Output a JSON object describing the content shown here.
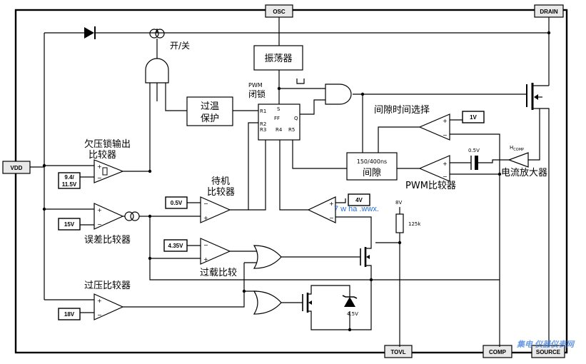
{
  "pins": {
    "osc": "OSC",
    "drain": "DRAIN",
    "vdd": "VDD",
    "tovl": "TOVL",
    "comp": "COMP",
    "source": "SOURCE"
  },
  "blocks": {
    "oscillator": "振荡器",
    "overtemp_line1": "过温",
    "overtemp_line2": "保护",
    "ff_label": "FF",
    "ff_s": "S",
    "ff_r1": "R1",
    "ff_r2": "R2",
    "ff_r3": "R3",
    "ff_r4": "R4",
    "ff_r5": "R5",
    "ff_q": "Q",
    "gap_line1": "150/400ns",
    "gap_line2": "间隙"
  },
  "labels": {
    "on_off": "开/关",
    "pwm_latch_line1": "PWM",
    "pwm_latch_line2": "闭锁",
    "uvlo_line1": "欠压锁输出",
    "uvlo_line2": "比较器",
    "standby_line1": "待机",
    "standby_line2": "比较器",
    "error_comp": "误差比较器",
    "overload_comp": "过载比较",
    "overvoltage_comp": "过压比较器",
    "gap_time_select": "间隙时间选择",
    "pwm_comp": "PWM比较器",
    "current_amp": "电流放大器",
    "h_comp": "H",
    "h_comp_sub": "COMP",
    "v8": "8V",
    "r125k": "125k",
    "v45": "4.5V",
    "v05_cap": "0.5V"
  },
  "voltages": {
    "uvlo_line1": "9.4/",
    "uvlo_line2": "11.5V",
    "v15": "15V",
    "v18": "18V",
    "v05": "0.5V",
    "v435": "4.35V",
    "v4": "4V",
    "v1": "1V"
  },
  "watermark": {
    "overlay": "7 w  ha    .wwx.",
    "corner": "集电 仪器仪表网"
  }
}
